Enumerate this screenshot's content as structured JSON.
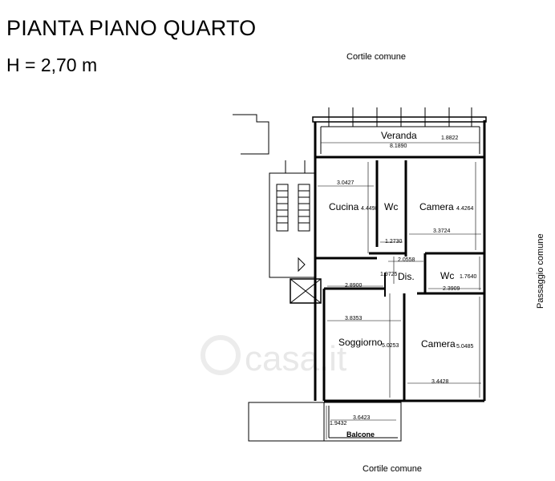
{
  "header": {
    "title": "PIANTA PIANO QUARTO",
    "height": "H = 2,70 m"
  },
  "labels": {
    "courtyard_top": "Cortile comune",
    "courtyard_bottom": "Cortile comune",
    "passage": "Passaggio comune"
  },
  "rooms": {
    "veranda": "Veranda",
    "cucina": "Cucina",
    "wc1": "Wc",
    "camera1": "Camera",
    "dis": "Dis.",
    "wc2": "Wc",
    "soggiorno": "Soggiorno",
    "camera2": "Camera",
    "balcone": "Balcone"
  },
  "dimensions": {
    "veranda_width": "8.1890",
    "veranda_depth": "1.8822",
    "cucina_width": "3.0427",
    "cucina_depth": "4.4498",
    "wc1_width": "1.2730",
    "camera1_depth": "4.4264",
    "camera1_width": "3.3724",
    "dis_width": "2.0558",
    "dis_depth": "1.9725",
    "wc2_depth": "1.7640",
    "wc2_width": "2.3909",
    "soggiorno_top": "2.8900",
    "soggiorno_width": "3.8353",
    "soggiorno_depth": "5.0253",
    "camera2_depth": "5.0485",
    "camera2_width": "3.4428",
    "balcone_depth": "1.9432",
    "balcone_width": "3.6423"
  },
  "watermark": "casa.it"
}
